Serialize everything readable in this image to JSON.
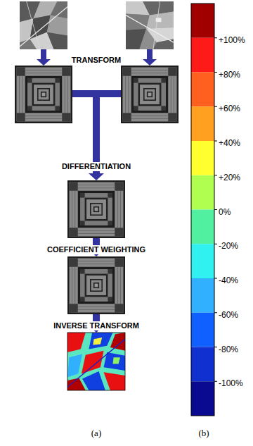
{
  "diagram": {
    "labels": [
      "TRANSFORM",
      "DIFFERENTIATION",
      "COEFFICIENT WEIGHTING",
      "INVERSE TRANSFORM",
      "+100%",
      "+80%",
      "+60%",
      "+40%",
      "+20%",
      "0%",
      "-20%",
      "-40%",
      "-60%",
      "-80%",
      "-100%",
      "(a)",
      "(b)"
    ]
  }
}
